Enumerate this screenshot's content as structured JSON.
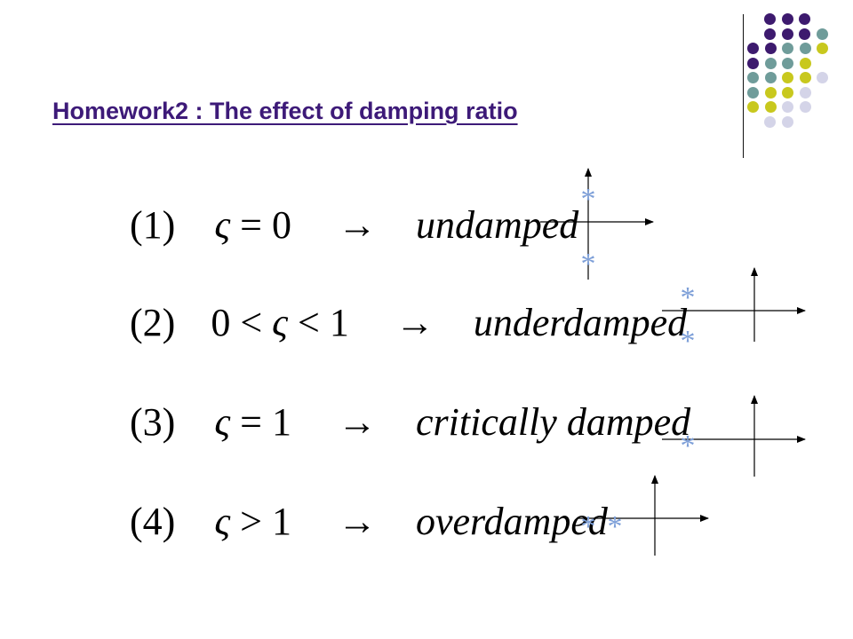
{
  "title": "Homework2  : The effect of damping ratio",
  "decoration": {
    "dot_colors": {
      "purple": "#3d1a6e",
      "teal": "#6f9c9a",
      "olive": "#c8c81e",
      "lavender": "#d4d4e8"
    }
  },
  "pole_marker": "*",
  "pole_color": "#7d9fd8",
  "cases": [
    {
      "index": "(1)",
      "condition_left": "",
      "zeta": "ς",
      "condition_right": "= 0",
      "arrow": "→",
      "label": "undamped"
    },
    {
      "index": "(2)",
      "condition_left": "0 <",
      "zeta": "ς",
      "condition_right": "< 1",
      "arrow": "→",
      "label": "underdamped"
    },
    {
      "index": "(3)",
      "condition_left": "",
      "zeta": "ς",
      "condition_right": "= 1",
      "arrow": "→",
      "label": "critically damped"
    },
    {
      "index": "(4)",
      "condition_left": "",
      "zeta": "ς",
      "condition_right": "> 1",
      "arrow": "→",
      "label": "overdamped"
    }
  ]
}
